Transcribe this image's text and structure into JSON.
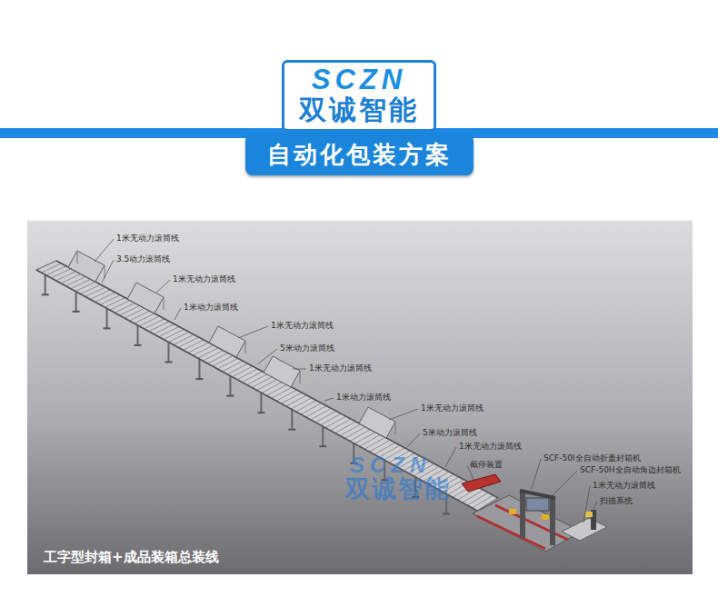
{
  "diagram": {
    "title": "自动化包装方案",
    "caption": "工字型封箱+成品装箱总装线",
    "nodes": [
      {
        "text": [
          "SCZN",
          "双诚智能"
        ]
      }
    ],
    "labels": [
      "1米无动力滚筒线",
      "3.5动力滚筒线",
      "1米无动力滚筒线",
      "1米动力滚筒线",
      "1米无动力滚筒线",
      "5米动力滚筒线",
      "1米无动力滚筒线",
      "1米动力滚筒线",
      "1米无动力滚筒线",
      "5米动力滚筒线",
      "1米无动力滚筒线",
      "截停装置",
      "SCF-50I全自动折盖封箱机",
      "SCF-50H全自动角边封箱机",
      "1米无动力滚筒线",
      "扫描系统",
      "SCZN",
      "双诚智能"
    ]
  }
}
